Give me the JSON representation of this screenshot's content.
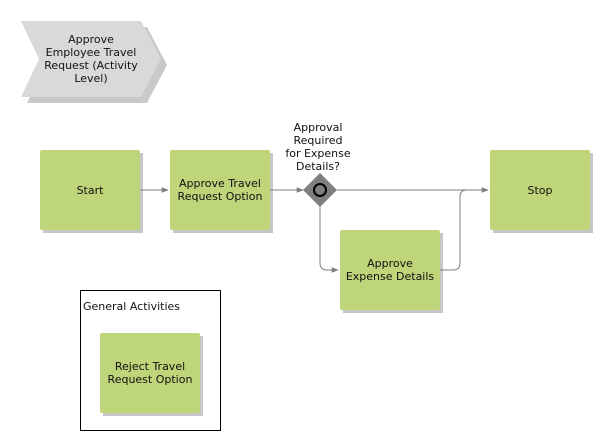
{
  "process": {
    "title": "Approve\nEmployee Travel\nRequest (Activity\nLevel)"
  },
  "nodes": {
    "start": "Start",
    "approve_travel": "Approve Travel\nRequest Option",
    "gateway_question": "Approval\nRequired\nfor Expense\nDetails?",
    "stop": "Stop",
    "approve_expense": "Approve\nExpense Details"
  },
  "group": {
    "title": "General Activities",
    "activity": "Reject Travel\nRequest Option"
  },
  "colors": {
    "activity_fill": "#bfd57a",
    "activity_shadow": "#c7c7c7",
    "chevron_fill": "#d9d9d9",
    "gateway_fill": "#7f7f7f",
    "connector": "#7f7f7f"
  }
}
